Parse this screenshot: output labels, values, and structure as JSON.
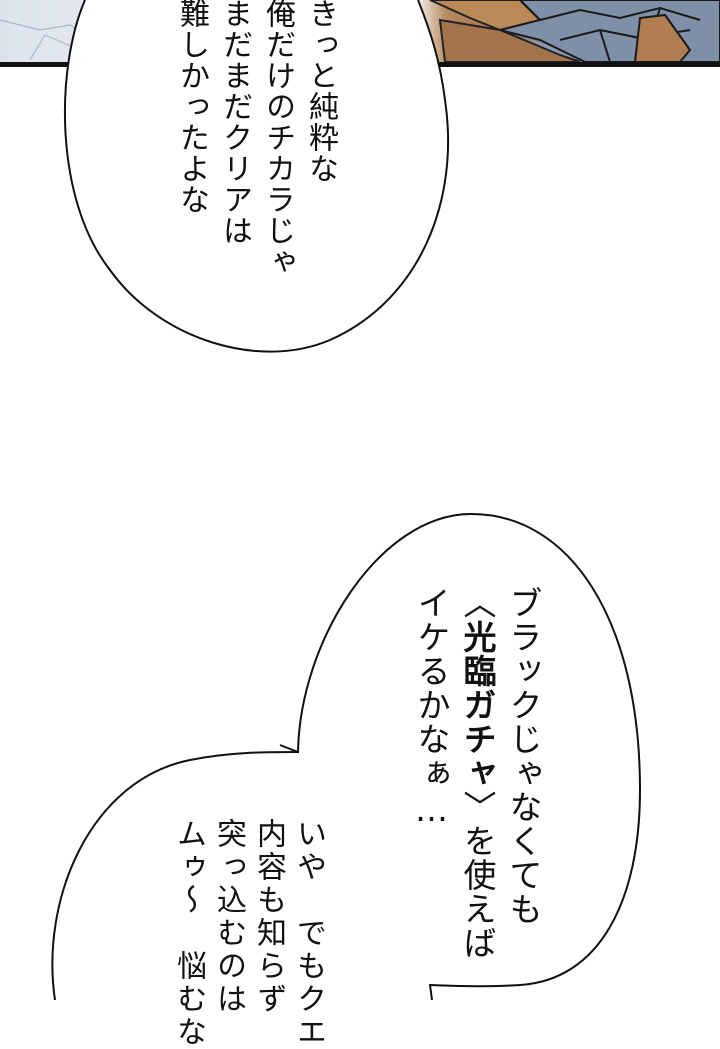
{
  "page": {
    "type": "manga-webtoon-page",
    "background_color": "#ffffff",
    "panel_border_color": "#111111"
  },
  "top_panel": {
    "description": "cropped artwork: pale cracked surface on left, brown rocks and blue-gray cobblestone floor on right",
    "colors": {
      "pale": "#e6eaf0",
      "rock_brown": "#a87850",
      "stone_gray": "#7e8ea6"
    }
  },
  "bubbles": [
    {
      "id": "bubble-1",
      "shape": "oval",
      "columns": [
        "きっと純粋な",
        "俺だけのチカラじゃ",
        "まだまだクリアは",
        "難しかったよな"
      ]
    },
    {
      "id": "bubble-2",
      "shape": "oval",
      "columns": [
        {
          "text": "ブラックじゃなくても"
        },
        {
          "pre": "〈",
          "bold": "光臨ガチャ",
          "post": "〉を使えば"
        },
        {
          "text": "イケるかなぁ…"
        }
      ]
    },
    {
      "id": "bubble-3",
      "shape": "oval-cut-off",
      "columns": [
        "いや　でもクエ",
        "内容も知らず",
        "突っ込むのは",
        "ムゥ〜　悩むな"
      ]
    }
  ]
}
